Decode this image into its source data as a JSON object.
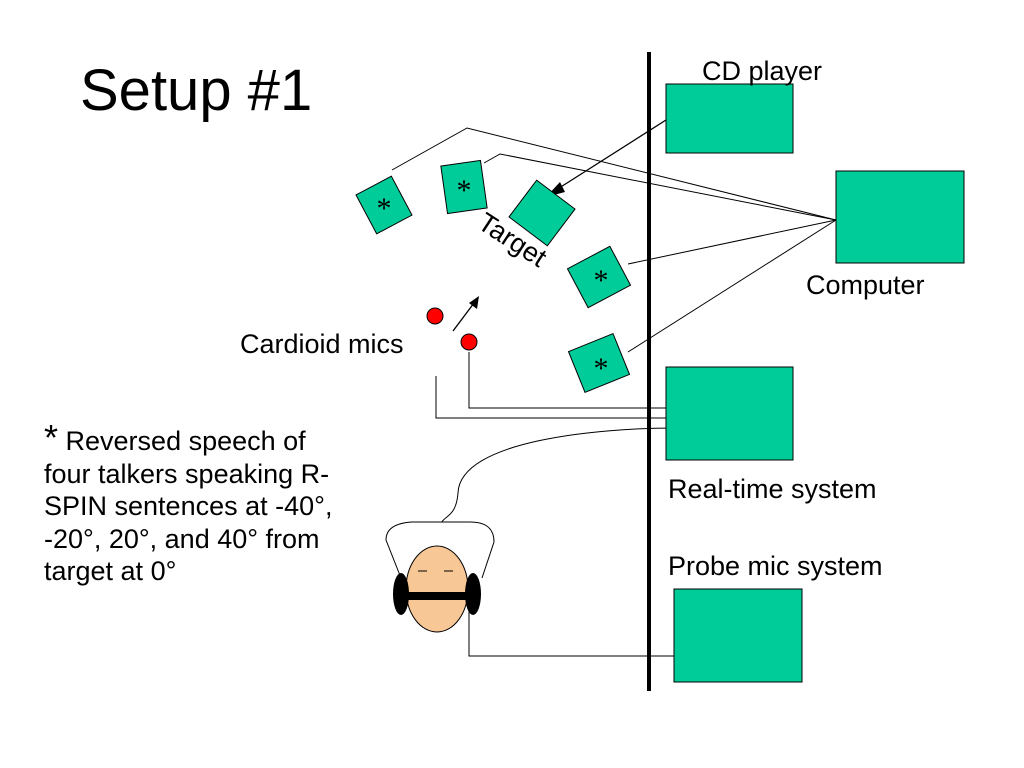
{
  "title": "Setup #1",
  "labels": {
    "cd_player": "CD player",
    "computer": "Computer",
    "real_time_system": "Real-time system",
    "probe_mic_system": "Probe mic system",
    "cardioid_mics": "Cardioid mics",
    "target": "Target",
    "star": "*"
  },
  "footnote": {
    "marker": "*",
    "text": "Reversed speech of four talkers speaking R-SPIN sentences at -40°, -20°, 20°, and 40° from target at 0°"
  },
  "colors": {
    "box_fill": "#00CC99",
    "mic_fill": "#FF0000",
    "face_fill": "#F8C796",
    "ink": "#000000"
  }
}
